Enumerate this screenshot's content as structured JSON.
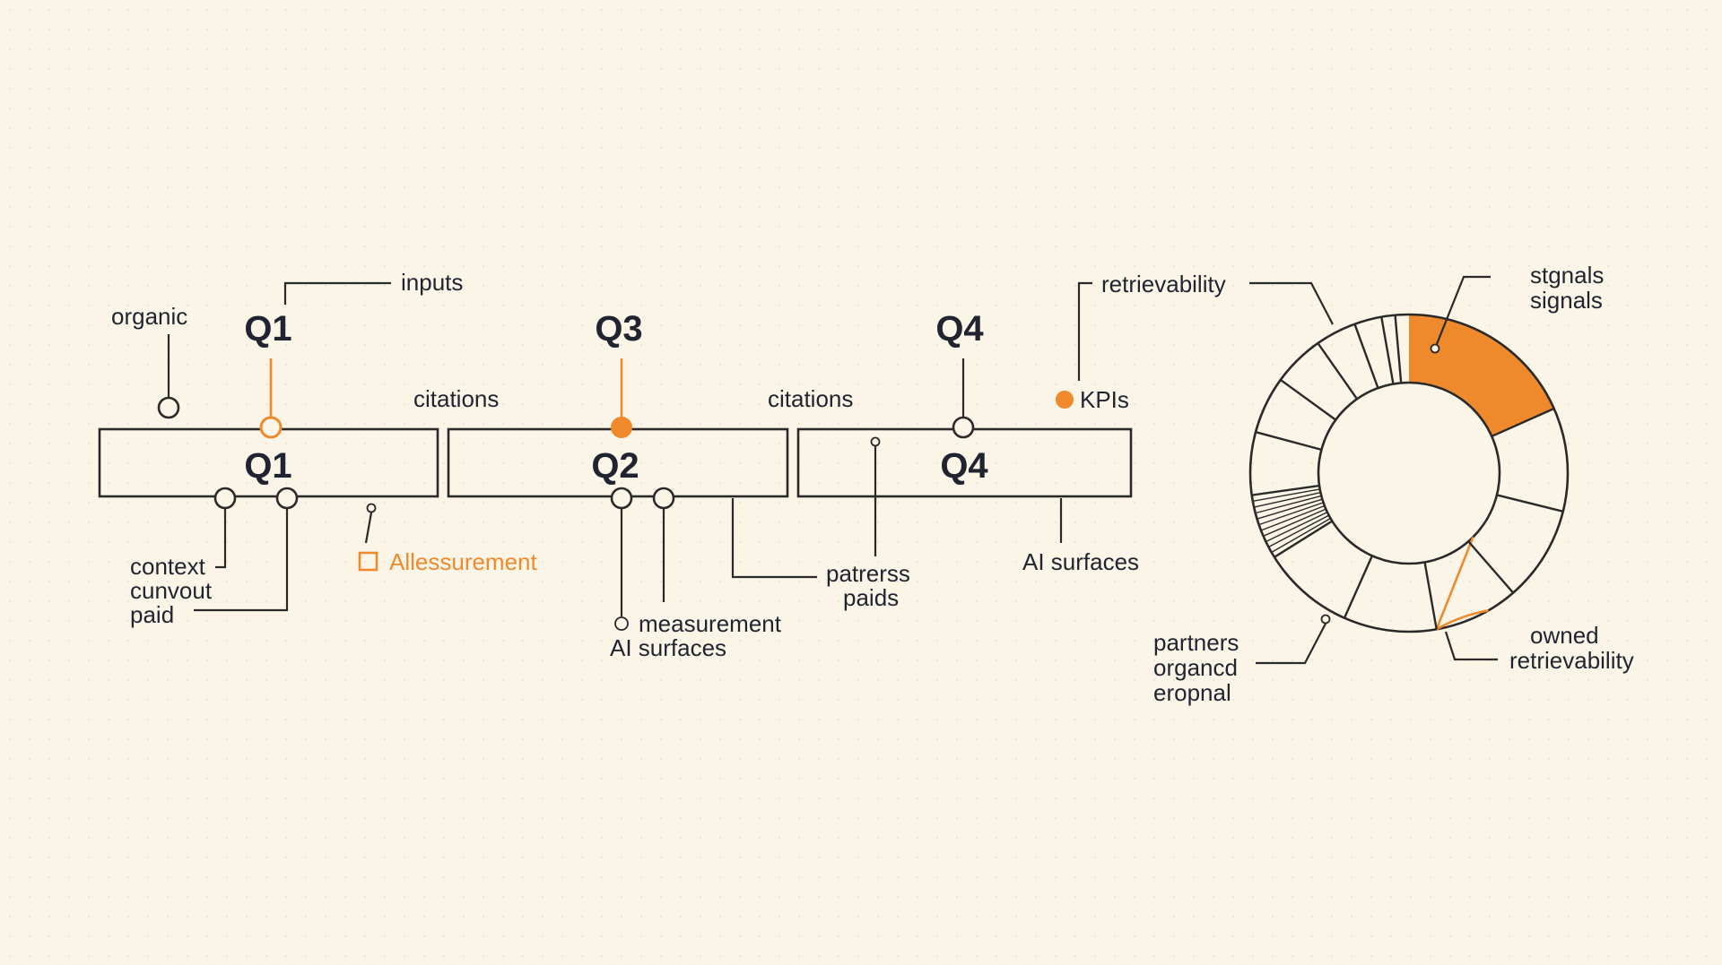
{
  "colors": {
    "accent": "#ee8a2c",
    "ink": "#2a2a2a",
    "background": "#fbf5e8"
  },
  "timeline": {
    "top_labels": {
      "q1": "Q1",
      "q3": "Q3",
      "q4": "Q4"
    },
    "boxes": {
      "b1": "Q1",
      "b2": "Q2",
      "b3": "Q4"
    },
    "callouts": {
      "inputs": "inputs",
      "organic": "organic",
      "citations_1": "citations",
      "citations_2": "citations",
      "kpis": "KPIs",
      "context": "context",
      "cunvout": "cunvout",
      "paid": "paid",
      "allessurement": "Allessurement",
      "measurement": "measurement",
      "ai_surfaces_1": "AI surfaces",
      "patrerss": "patrerss",
      "paids": "paids",
      "ai_surfaces_2": "AI surfaces"
    }
  },
  "donut": {
    "labels": {
      "retrievability_top": "retrievability",
      "stgnals": "stgnals",
      "signals": "signals",
      "owned": "owned",
      "retrievability_bottom": "retrievability",
      "partners": "partners",
      "organcd": "organcd",
      "eropnal": "eropnal"
    },
    "highlighted_segment_color": "#ee8a2c"
  }
}
